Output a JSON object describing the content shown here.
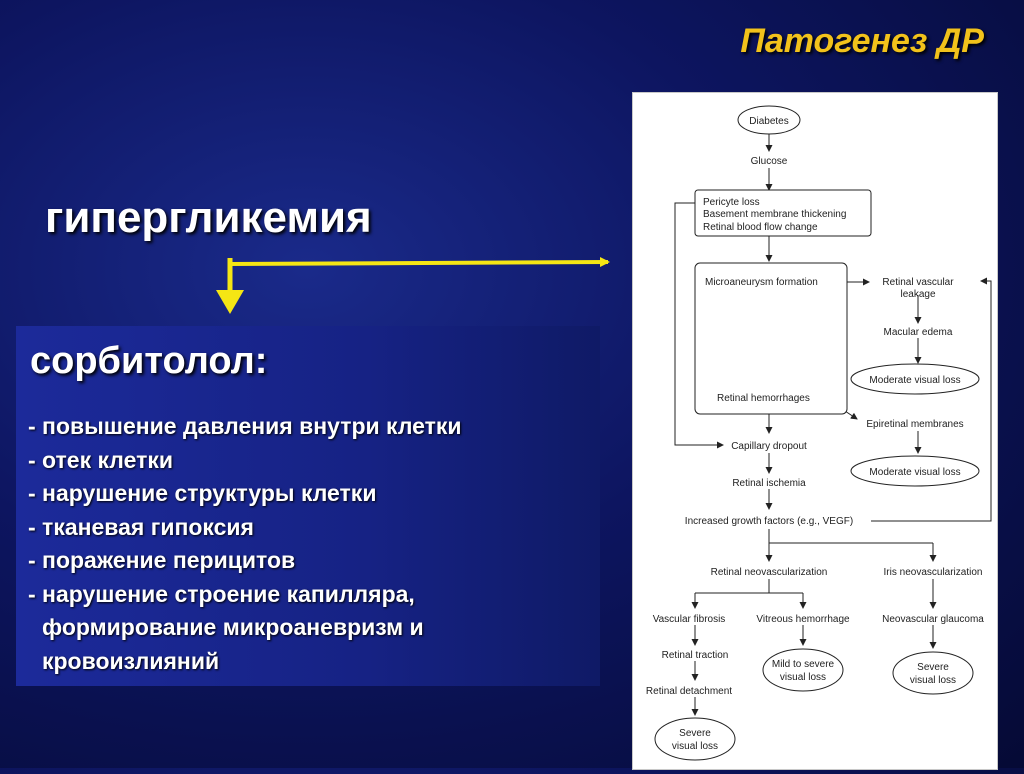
{
  "slide": {
    "title": "Патогенез ДР",
    "heading": "гипергликемия",
    "panel_title": "сорбитолол:",
    "bullets": [
      "- повышение давления внутри клетки",
      "- отек клетки",
      "- нарушение структуры клетки",
      "- тканевая гипоксия",
      "- поражение перицитов",
      "- нарушение строение капилляра,"
    ],
    "bullet_cont": [
      "формирование микроаневризм и",
      "кровоизлияний"
    ]
  },
  "colors": {
    "title": "#f2c21b",
    "arrow": "#f5e614",
    "text": "#ffffff"
  },
  "diagram": {
    "diabetes": "Diabetes",
    "glucose": "Glucose",
    "box1": [
      "Pericyte loss",
      "Basement membrane thickening",
      "Retinal blood flow change"
    ],
    "microaneurysm": "Microaneurysm formation",
    "retinal_hemorrhages": "Retinal hemorrhages",
    "vascular_leakage": [
      "Retinal vascular",
      "leakage"
    ],
    "macular_edema": "Macular edema",
    "moderate1": "Moderate visual loss",
    "epiretinal": "Epiretinal membranes",
    "moderate2": "Moderate visual loss",
    "capillary_dropout": "Capillary dropout",
    "retinal_ischemia": "Retinal ischemia",
    "growth_factors": "Increased growth factors (e.g., VEGF)",
    "retinal_neovasc": "Retinal neovascularization",
    "iris_neovasc": "Iris neovascularization",
    "vascular_fibrosis": "Vascular fibrosis",
    "vitreous_hemorrhage": "Vitreous hemorrhage",
    "neovascular_glaucoma": "Neovascular glaucoma",
    "retinal_traction": "Retinal traction",
    "retinal_detachment": "Retinal detachment",
    "mild_severe": [
      "Mild to severe",
      "visual loss"
    ],
    "severe1": [
      "Severe",
      "visual loss"
    ],
    "severe2": [
      "Severe",
      "visual loss"
    ]
  }
}
